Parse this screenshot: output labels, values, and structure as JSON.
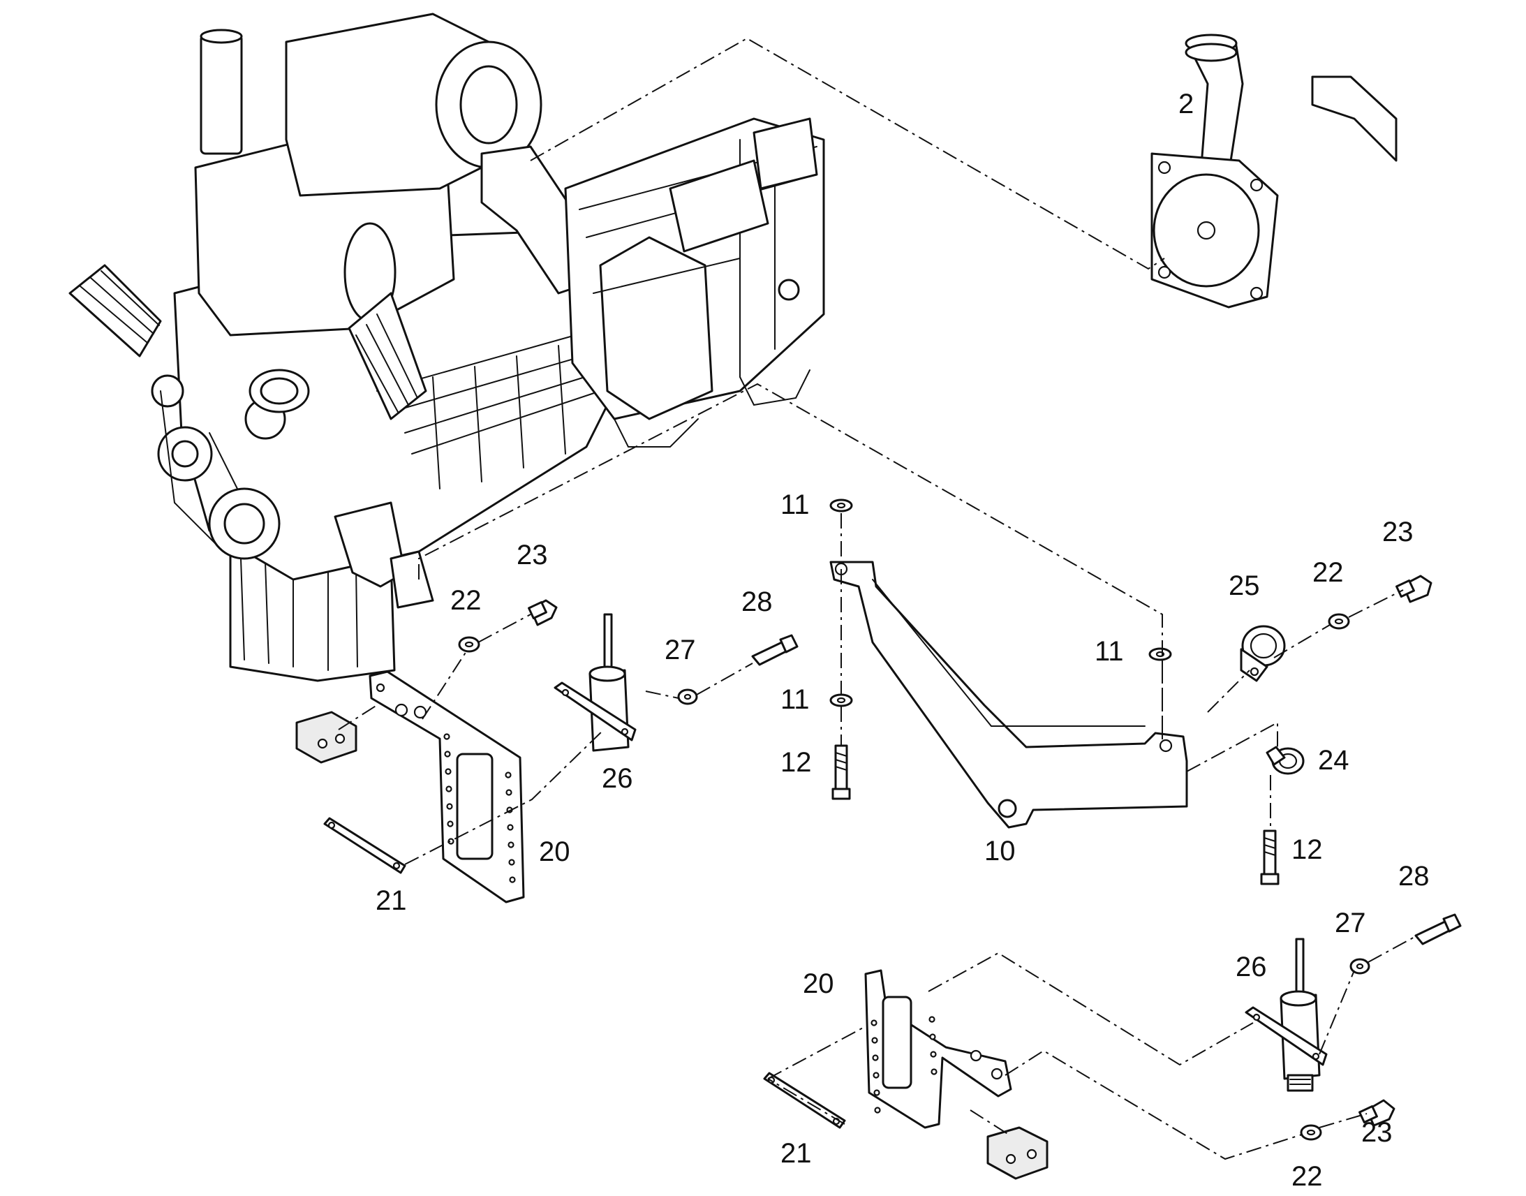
{
  "diagram": {
    "callouts": [
      {
        "id": "c-2",
        "label": "2"
      },
      {
        "id": "c-11a",
        "label": "11"
      },
      {
        "id": "c-11b",
        "label": "11"
      },
      {
        "id": "c-11c",
        "label": "11"
      },
      {
        "id": "c-12a",
        "label": "12"
      },
      {
        "id": "c-12b",
        "label": "12"
      },
      {
        "id": "c-10",
        "label": "10"
      },
      {
        "id": "c-23a",
        "label": "23"
      },
      {
        "id": "c-22a",
        "label": "22"
      },
      {
        "id": "c-28a",
        "label": "28"
      },
      {
        "id": "c-27a",
        "label": "27"
      },
      {
        "id": "c-26a",
        "label": "26"
      },
      {
        "id": "c-20a",
        "label": "20"
      },
      {
        "id": "c-21a",
        "label": "21"
      },
      {
        "id": "c-25",
        "label": "25"
      },
      {
        "id": "c-22b",
        "label": "22"
      },
      {
        "id": "c-23b",
        "label": "23"
      },
      {
        "id": "c-24",
        "label": "24"
      },
      {
        "id": "c-28b",
        "label": "28"
      },
      {
        "id": "c-27b",
        "label": "27"
      },
      {
        "id": "c-26b",
        "label": "26"
      },
      {
        "id": "c-20b",
        "label": "20"
      },
      {
        "id": "c-21b",
        "label": "21"
      },
      {
        "id": "c-23c",
        "label": "23"
      },
      {
        "id": "c-22c",
        "label": "22"
      }
    ]
  }
}
